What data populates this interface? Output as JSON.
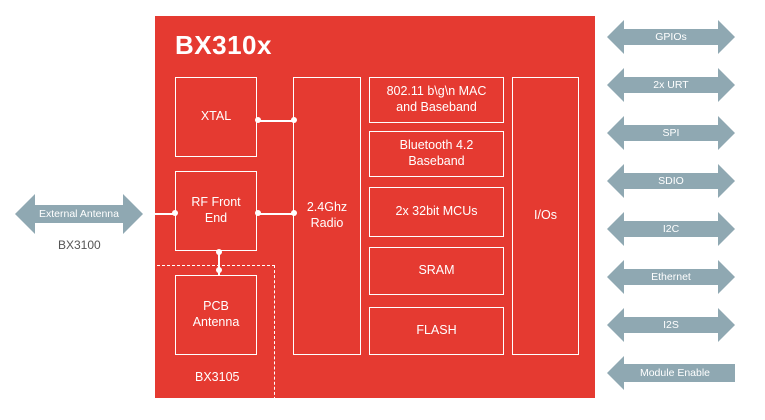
{
  "chip": {
    "title": "BX310x"
  },
  "blocks": {
    "xtal": "XTAL",
    "rf_front_end": "RF Front\nEnd",
    "pcb_antenna": "PCB\nAntenna",
    "radio": "2.4Ghz\nRadio",
    "mac": "802.11 b\\g\\n MAC\nand Baseband",
    "bluetooth": "Bluetooth 4.2\nBaseband",
    "mcus": "2x 32bit MCUs",
    "sram": "SRAM",
    "flash": "FLASH",
    "ios": "I/Os"
  },
  "labels": {
    "bx3105": "BX3105",
    "external_antenna": "External Antenna",
    "bx3100": "BX3100"
  },
  "interfaces": [
    "GPIOs",
    "2x URT",
    "SPI",
    "SDIO",
    "I2C",
    "Ethernet",
    "I2S",
    "Module Enable"
  ],
  "colors": {
    "chip_red": "#e53a31",
    "arrow_gray": "#8fa8b2"
  }
}
